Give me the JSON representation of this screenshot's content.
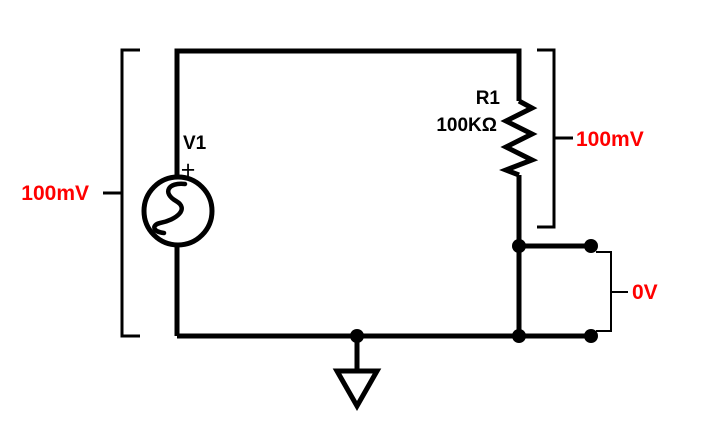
{
  "page": {
    "background_color": "#ffffff"
  },
  "schematic": {
    "colors": {
      "wire": "#000000",
      "component_label": "#000000",
      "voltage_annotation": "#ff0000"
    },
    "components": {
      "source": {
        "designator": "V1",
        "polarity": "+",
        "kind": "ac-voltage-source"
      },
      "resistor": {
        "designator": "R1",
        "value": "100KΩ"
      },
      "ground": {
        "kind": "ground-symbol"
      }
    },
    "annotations": {
      "source_voltage": "100mV",
      "resistor_voltage": "100mV",
      "output_voltage": "0V"
    }
  }
}
